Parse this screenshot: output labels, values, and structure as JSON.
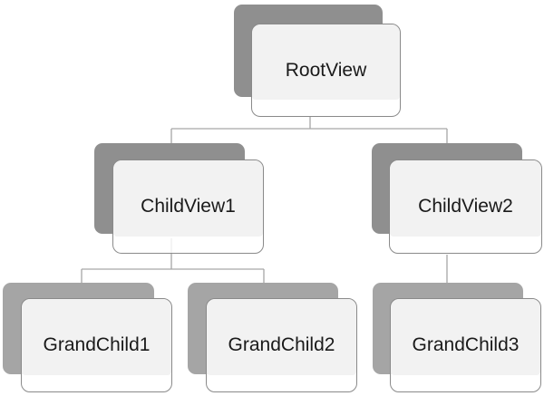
{
  "diagram": {
    "root": {
      "label": "RootView"
    },
    "children": [
      {
        "label": "ChildView1"
      },
      {
        "label": "ChildView2"
      }
    ],
    "grandchildren": [
      {
        "label": "GrandChild1",
        "parent": "ChildView1"
      },
      {
        "label": "GrandChild2",
        "parent": "ChildView1"
      },
      {
        "label": "GrandChild3",
        "parent": "ChildView2"
      }
    ]
  },
  "colors": {
    "connector": "#a6a6a6",
    "shadow_upper": "#8f8f8f",
    "shadow_lower": "#a5a5a5",
    "card_fill": "#f2f2f2",
    "card_border": "#8a8a8a"
  }
}
